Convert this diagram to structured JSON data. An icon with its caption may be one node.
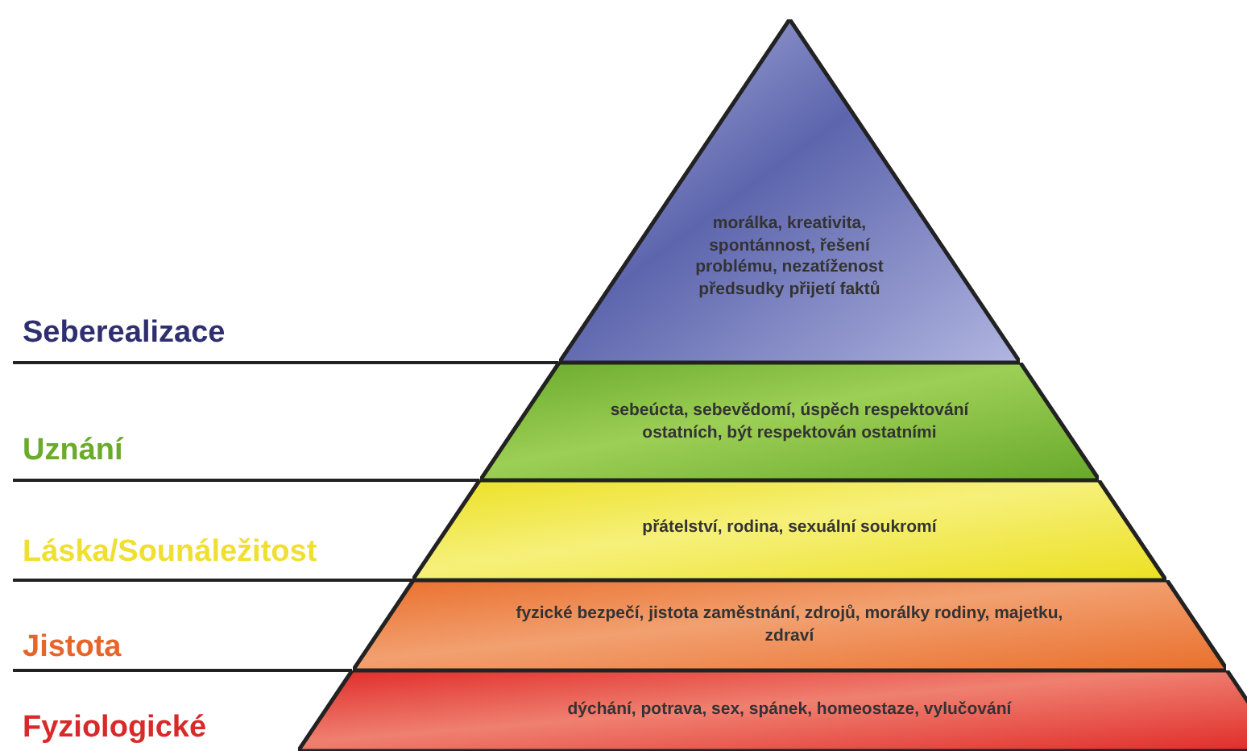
{
  "diagram": {
    "nodes": [
      {
        "text": [
          "morálka, kreativita, spontánnost, řešení problému, nezatíženost předsudky přijetí faktů"
        ]
      },
      {
        "text": [
          "sebeúcta, sebevědomí, úspěch respektování ostatních, být respektován ostatními"
        ]
      },
      {
        "text": [
          "přátelství, rodina, sexuální soukromí"
        ]
      },
      {
        "text": [
          "fyzické bezpečí, jistota zaměstnání, zdrojů, morálky rodiny, majetku, zdraví"
        ]
      },
      {
        "text": [
          "dýchání, potrava, sex, spánek, homeostaze, vylučování"
        ]
      }
    ],
    "labels": [
      "Seberealizace",
      "Uznání",
      "Láska/Sounáležitost",
      "Jistota",
      "Fyziologické"
    ]
  }
}
